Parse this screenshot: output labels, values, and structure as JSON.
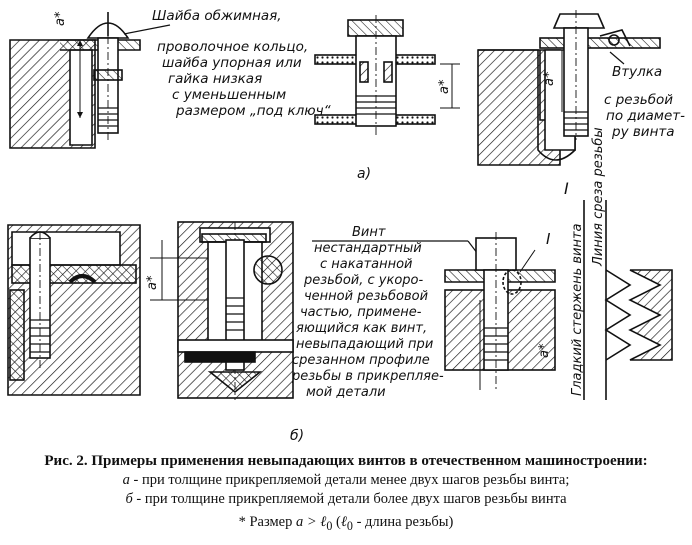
{
  "figure": {
    "top_row_label": "а)",
    "bottom_row_label": "б)",
    "top_left_note": "Шайба обжимная, проволочное кольцо, шайба упорная или гайка низкая с уменьшенным размером „под ключ“",
    "top_left_note_lines": [
      "Шайба обжимная,",
      "проволочное кольцо,",
      "шайба упорная или",
      "гайка низкая",
      "с уменьшенным",
      "размером „под ключ“"
    ],
    "top_right_note": "Втулка с резьбой по диаметру винта",
    "top_right_note_lines": [
      "Втулка",
      "с резьбой",
      "по диамет-",
      "ру винта"
    ],
    "bottom_note": "Винт нестандартный с накатанной резьбой, с укороченной резьбовой частью, применяющийся как винт, невыпадающий при срезанном профиле резьбы в прикрепляемой детали",
    "bottom_note_lines": [
      "Винт",
      "нестандартный",
      "с накатанной",
      "резьбой, с укоро-",
      "ченной резьбовой",
      "частью, примене-",
      "яющийся как винт,",
      "невыпадающий при",
      "срезанном профиле",
      "резьбы в прикрепляе-",
      "мой детали"
    ],
    "dimension_label": "a*",
    "detail_marker": "I",
    "detail_labels": [
      "Гладкий стержень винта",
      "Линия среза резьбы"
    ]
  },
  "caption": {
    "title": "Рис. 2. Примеры применения невыпадающих винтов в отечественном машиностроении:",
    "line_a_letter": "а",
    "line_a_text": "- при толщине прикрепляемой детали менее двух шагов резьбы винта;",
    "line_b_letter": "б",
    "line_b_text": "- при толщине прикрепляемой детали более двух шагов резьбы винта",
    "note_prefix": "* Размер",
    "note_expr": "a > ℓ",
    "note_subscript": "0",
    "note_paren_open": "(",
    "note_paren_symbol": "ℓ",
    "note_paren_text": "- длина резьбы)"
  }
}
